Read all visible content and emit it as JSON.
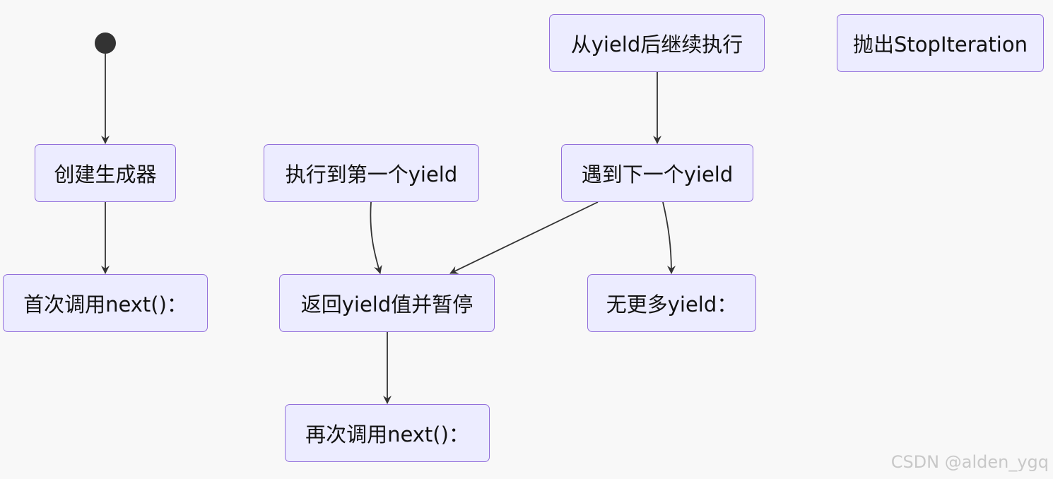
{
  "diagram": {
    "nodes": {
      "create_generator": "创建生成器",
      "first_next": "首次调用next()：",
      "run_to_first_yield": "执行到第一个yield",
      "return_and_pause": "返回yield值并暂停",
      "call_next_again": "再次调用next()：",
      "resume_after_yield": "从yield后继续执行",
      "next_yield": "遇到下一个yield",
      "no_more_yield": "无更多yield：",
      "raise_stop_iteration": "抛出StopIteration"
    },
    "edges": [
      {
        "from": "start",
        "to": "create_generator"
      },
      {
        "from": "create_generator",
        "to": "first_next"
      },
      {
        "from": "run_to_first_yield",
        "to": "return_and_pause"
      },
      {
        "from": "return_and_pause",
        "to": "call_next_again"
      },
      {
        "from": "resume_after_yield",
        "to": "next_yield"
      },
      {
        "from": "next_yield",
        "to": "return_and_pause"
      },
      {
        "from": "next_yield",
        "to": "no_more_yield"
      }
    ]
  },
  "watermark": "CSDN @alden_ygq",
  "colors": {
    "background": "#f8f8f8",
    "node_fill": "#ececff",
    "node_border": "#9370db",
    "edge": "#333333",
    "start_dot": "#333333"
  }
}
